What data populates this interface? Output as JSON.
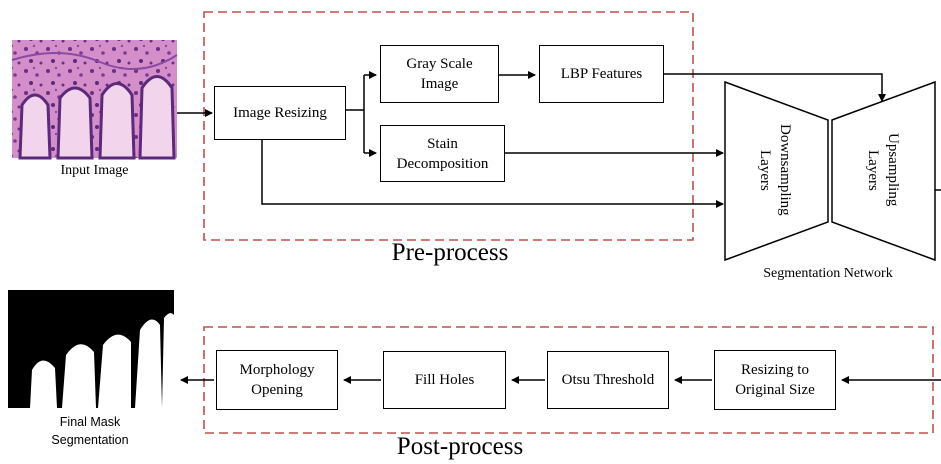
{
  "pre": {
    "title": "Pre-process",
    "input_label": "Input Image",
    "image_resizing": "Image Resizing",
    "gray_scale_line1": "Gray Scale",
    "gray_scale_line2": "Image",
    "lbp": "LBP Features",
    "stain_line1": "Stain",
    "stain_line2": "Decomposition"
  },
  "network": {
    "downsampling_line1": "Downsampling",
    "downsampling_line2": "Layers",
    "upsampling_line1": "Upsampling",
    "upsampling_line2": "Layers",
    "caption": "Segmentation Network"
  },
  "post": {
    "title": "Post-process",
    "resizing_line1": "Resizing to",
    "resizing_line2": "Original Size",
    "otsu": "Otsu Threshold",
    "fill": "Fill Holes",
    "morph_line1": "Morphology",
    "morph_line2": "Opening",
    "final_line1": "Final Mask",
    "final_line2": "Segmentation"
  },
  "colors": {
    "dashed_border": "#c0504d",
    "tissue_pink": "#c87fbf",
    "tissue_purple": "#5b2a7a"
  }
}
